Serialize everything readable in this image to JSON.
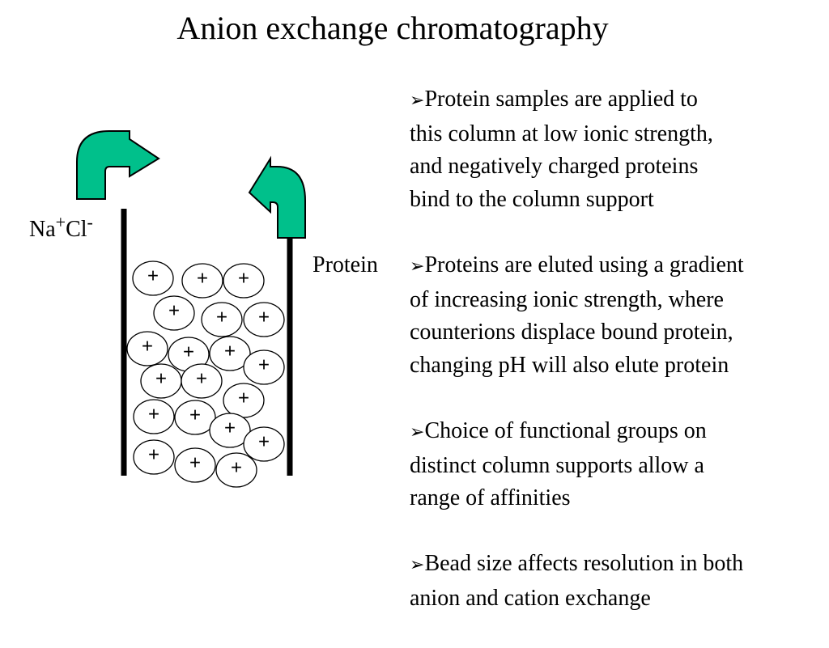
{
  "title": "Anion exchange chromatography",
  "labels": {
    "na": "Na",
    "na_charge": "+",
    "cl": "Cl",
    "cl_charge": "-",
    "protein": "Protein"
  },
  "bead_symbol": "+",
  "bullet_marker": "➢",
  "arrow_color": "#00c08b",
  "bullets": [
    {
      "lines": [
        "Protein samples are applied to",
        "this column at low ionic strength,",
        "and negatively charged proteins",
        "bind to the column support"
      ]
    },
    {
      "lines": [
        "Proteins are eluted using a gradient",
        "of increasing ionic strength, where",
        "counterions displace bound protein,",
        "changing pH will also elute protein"
      ]
    },
    {
      "lines": [
        "Choice of functional groups on",
        "distinct column supports allow a",
        "range of affinities"
      ]
    },
    {
      "lines": [
        "Bead size affects resolution in both",
        "anion and cation exchange"
      ]
    }
  ]
}
